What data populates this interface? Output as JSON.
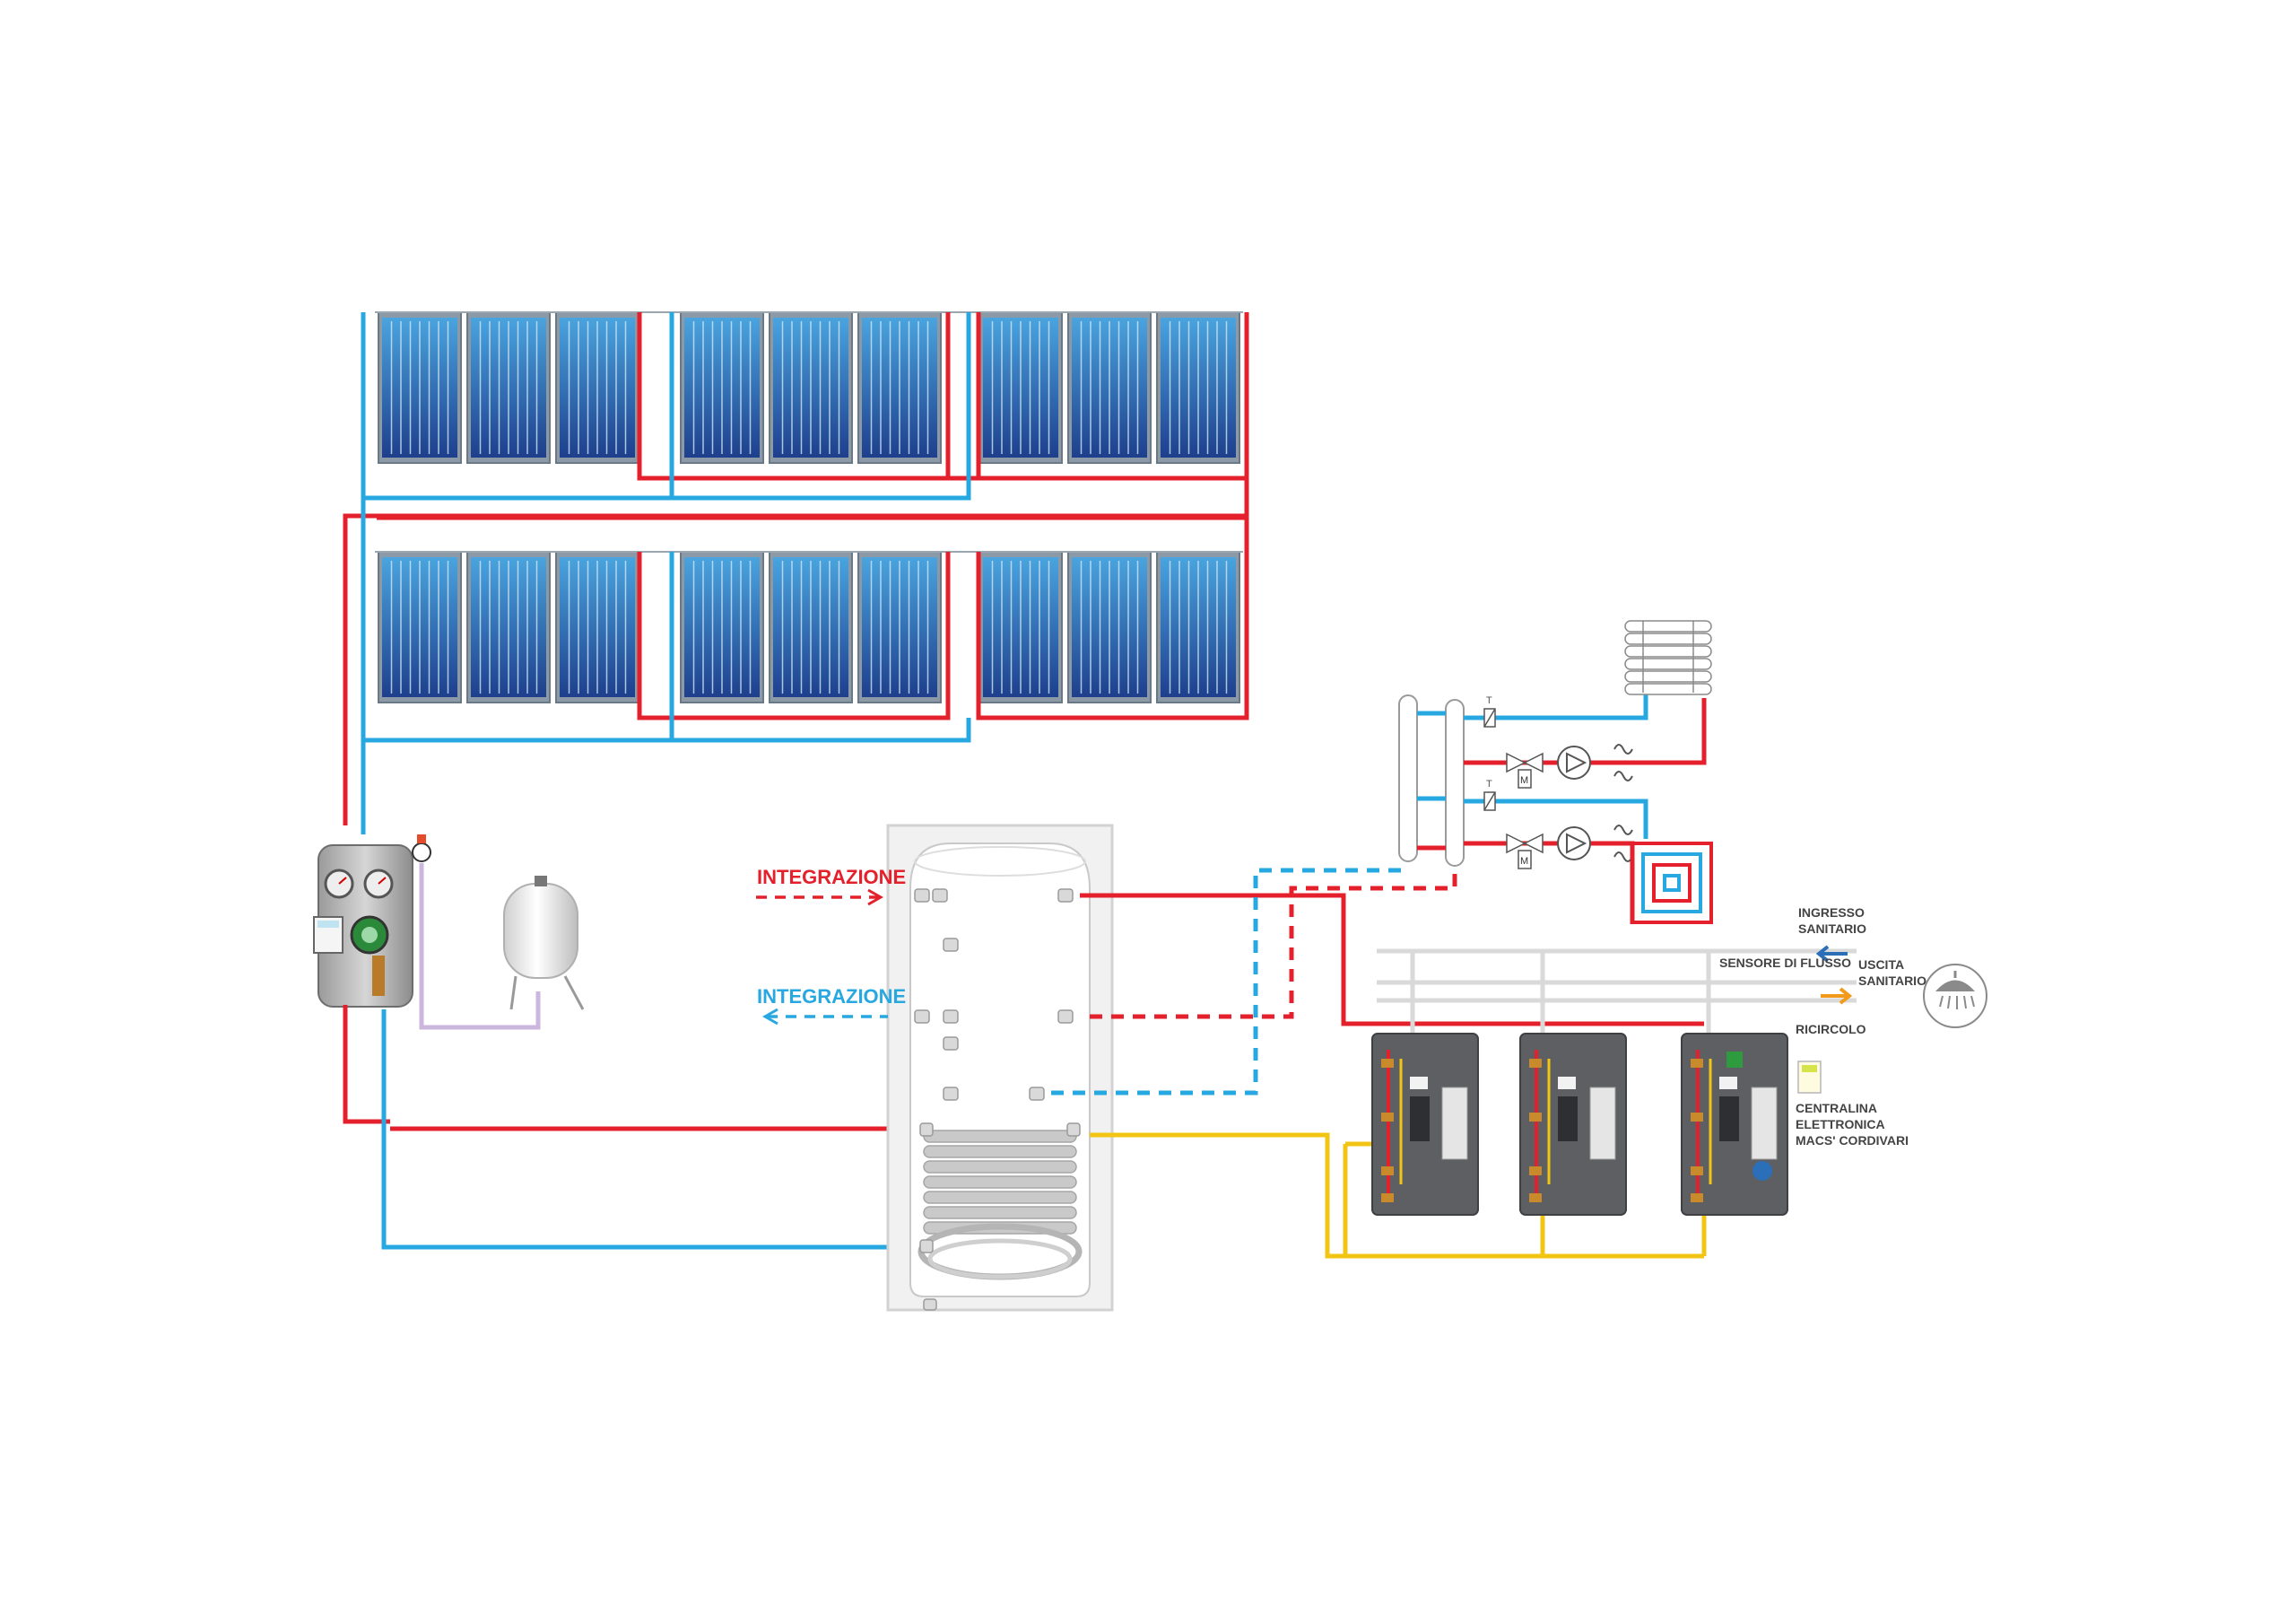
{
  "labels": {
    "integrazione_in": "INTEGRAZIONE",
    "integrazione_out": "INTEGRAZIONE",
    "ingresso_sanitario_1": "INGRESSO",
    "ingresso_sanitario_2": "SANITARIO",
    "sensore_di_flusso": "SENSORE DI FLUSSO",
    "uscita_sanitario_1": "USCITA",
    "uscita_sanitario_2": "SANITARIO",
    "ricircolo": "RICIRCOLO",
    "centralina_1": "CENTRALINA",
    "centralina_2": "ELETTRONICA",
    "centralina_3": "MACS' CORDIVARI",
    "valve_t1": "T",
    "valve_t2": "T",
    "motor_m1": "M",
    "motor_m2": "M"
  },
  "colors": {
    "hot_pipe": "#e3202b",
    "cold_pipe": "#27a8e0",
    "return_pipe": "#f2c514",
    "panel_dark": "#1e3f8c",
    "panel_light": "#4aa4de",
    "tank_fill": "#f1f1f1",
    "module_body": "#5d5f63"
  },
  "icons": {
    "panels": "solar-panel-icon",
    "pump_station": "solar-pump-station-icon",
    "expansion_vessel": "expansion-vessel-icon",
    "tank": "storage-tank-icon",
    "radiator": "radiator-icon",
    "floor_heating": "floor-heating-coil-icon",
    "shower": "shower-icon",
    "module": "freshwater-module-icon",
    "controller": "controller-icon",
    "pump_symbol": "circulator-pump-icon"
  }
}
